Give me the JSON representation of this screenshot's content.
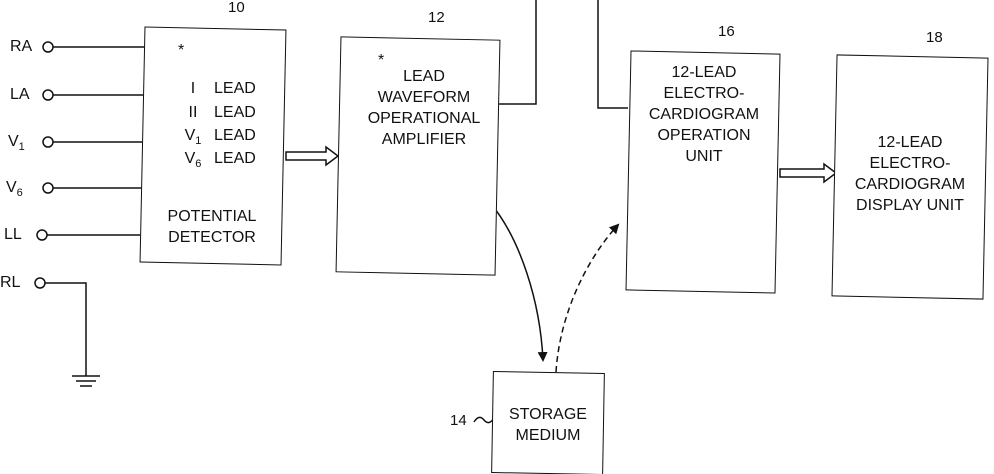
{
  "terminals": [
    {
      "id": "ra",
      "label": "RA"
    },
    {
      "id": "la",
      "label": "LA"
    },
    {
      "id": "v1",
      "label": "V",
      "sub": "1"
    },
    {
      "id": "v6",
      "label": "V",
      "sub": "6"
    },
    {
      "id": "ll",
      "label": "LL"
    },
    {
      "id": "rl",
      "label": "RL"
    }
  ],
  "potential_detector": {
    "ref": "10",
    "star": "*",
    "leads": [
      {
        "name": "I",
        "sub": "",
        "suffix": "LEAD"
      },
      {
        "name": "II",
        "sub": "",
        "suffix": "LEAD"
      },
      {
        "name": "V",
        "sub": "1",
        "suffix": "LEAD"
      },
      {
        "name": "V",
        "sub": "6",
        "suffix": "LEAD"
      }
    ],
    "label_lines": [
      "POTENTIAL",
      "DETECTOR"
    ]
  },
  "amplifier": {
    "ref": "12",
    "star": "*",
    "label_lines": [
      "LEAD",
      "WAVEFORM",
      "OPERATIONAL",
      "AMPLIFIER"
    ]
  },
  "storage": {
    "ref": "14",
    "label_lines": [
      "STORAGE",
      "MEDIUM"
    ]
  },
  "operation_unit": {
    "ref": "16",
    "label_lines": [
      "12-LEAD",
      "ELECTRO-",
      "CARDIOGRAM",
      "OPERATION",
      "UNIT"
    ]
  },
  "display_unit": {
    "ref": "18",
    "label_lines": [
      "12-LEAD",
      "ELECTRO-",
      "CARDIOGRAM",
      "DISPLAY UNIT"
    ]
  }
}
